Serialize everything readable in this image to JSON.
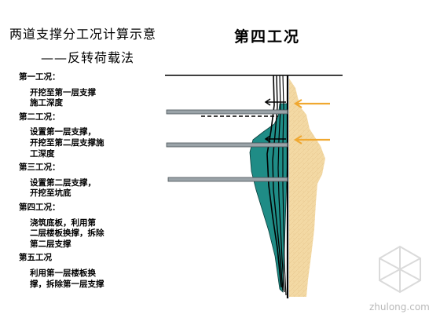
{
  "title": {
    "line1": "两道支撑分工况计算示意",
    "line2": "——反转荷载法"
  },
  "heading": "第四工况",
  "stages": [
    {
      "name": "第一工况：",
      "desc": "开挖至第一层支撑\n施工深度"
    },
    {
      "name": "第二工况：",
      "desc": "设置第一层支撑，\n开挖至第二层支撑施\n工深度"
    },
    {
      "name": "第三工况：",
      "desc": "设置第二层支撑，\n开挖至坑底"
    },
    {
      "name": "第四工况：",
      "desc": "浇筑底板，利用第\n二层楼板换撑，拆除\n第二层支撑"
    },
    {
      "name": "第五工况",
      "desc": "利用第一层楼板换\n撑，拆除第一层支撑"
    }
  ],
  "colors": {
    "soil": "#f3d9a4",
    "soil_texture": "#dcb477",
    "moment_fill": "#1f8c86",
    "arrow": "#f0a830",
    "strut": "#9aa3a8",
    "wall_line": "#000000"
  },
  "icons": {
    "load_arrow": "arrow-left-icon",
    "watermark": "zhulong-logo-icon"
  },
  "watermark": "zhulong.com"
}
